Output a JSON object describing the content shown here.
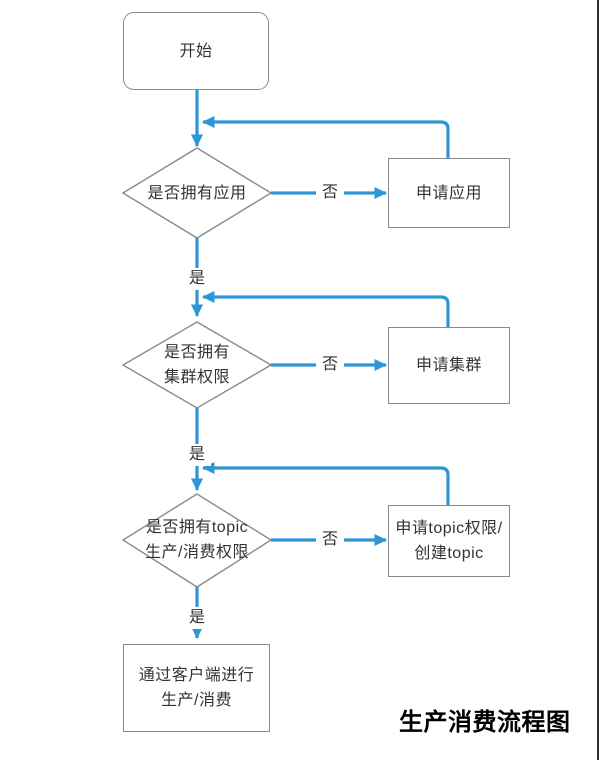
{
  "diagram": {
    "title": "生产消费流程图",
    "nodes": {
      "start": {
        "label": "开始"
      },
      "decision1": {
        "lines": [
          "是否拥有应用"
        ]
      },
      "action1": {
        "lines": [
          "申请应用"
        ]
      },
      "decision2": {
        "lines": [
          "是否拥有",
          "集群权限"
        ]
      },
      "action2": {
        "lines": [
          "申请集群"
        ]
      },
      "decision3": {
        "lines": [
          "是否拥有topic",
          "生产/消费权限"
        ]
      },
      "action3": {
        "lines": [
          "申请topic权限/",
          "创建topic"
        ]
      },
      "end": {
        "lines": [
          "通过客户端进行",
          "生产/消费"
        ]
      }
    },
    "edge_labels": {
      "yes": "是",
      "no": "否"
    },
    "colors": {
      "edge": "#2e96d4",
      "node_border": "#8a8a8a",
      "text": "#333333",
      "title": "#000000"
    }
  }
}
